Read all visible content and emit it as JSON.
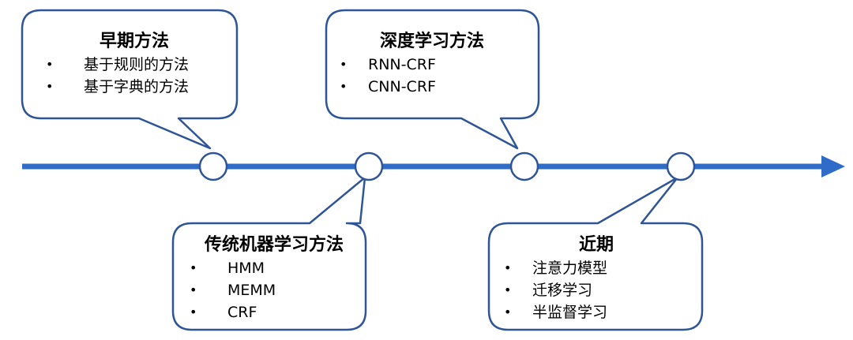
{
  "colors": {
    "line": "#2f6cc8",
    "border": "#2f5597",
    "node_fill": "#ffffff"
  },
  "timeline": {
    "arrow": "right-arrow"
  },
  "callouts": [
    {
      "title": "早期方法",
      "items": [
        "基于规则的方法",
        "基于字典的方法"
      ]
    },
    {
      "title": "传统机器学习方法",
      "items": [
        "HMM",
        "MEMM",
        "CRF"
      ]
    },
    {
      "title": "深度学习方法",
      "items": [
        "RNN-CRF",
        "CNN-CRF"
      ]
    },
    {
      "title": "近期",
      "items": [
        "注意力模型",
        "迁移学习",
        "半监督学习"
      ]
    }
  ]
}
